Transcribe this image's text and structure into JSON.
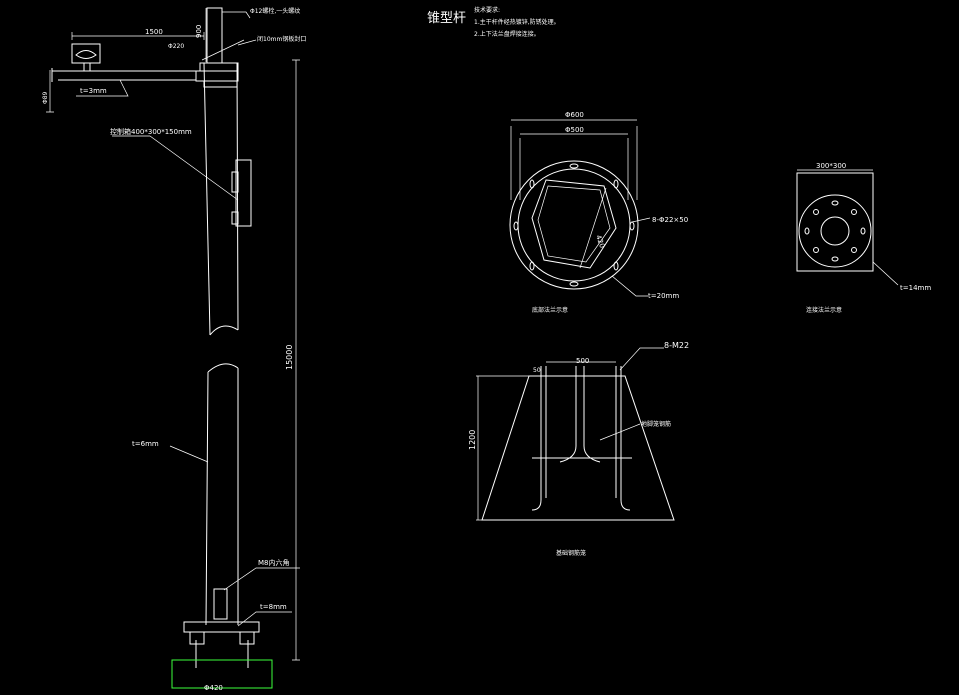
{
  "title": "锥型杆",
  "notes": {
    "heading": "技术要求:",
    "line1": "1.主干杆件经热镀锌,防锈处理。",
    "line2": "2.上下法兰盘焊接连接。"
  },
  "pole": {
    "arm_length": "1500",
    "top_extension": "900",
    "total_height": "15000",
    "top_bolt": "Φ12螺栓,一头螺纹",
    "arm_dia": "Φ220",
    "top_ring": "闭10mm钢板封口",
    "arm_dia_small": "Φ89",
    "arm_thickness": "t=3mm",
    "control_box": "控制箱400*300*150mm",
    "wall_thickness": "t=6mm",
    "door": "M8内六角",
    "base_plate_thickness": "t=8mm",
    "base_dia": "Φ420"
  },
  "flange_bottom": {
    "outer": "Φ600",
    "inner": "Φ500",
    "pcd": "420",
    "holes": "8-Φ22×50",
    "thickness": "t=20mm",
    "caption": "底部法兰示意"
  },
  "flange_joint": {
    "size": "300*300",
    "thickness": "t=14mm",
    "caption": "连接法兰示意"
  },
  "foundation": {
    "bolts": "8-M22",
    "top_width": "500",
    "top_offset": "50",
    "height": "1200",
    "rebar": "地脚笼钢筋",
    "caption": "基础钢筋笼"
  }
}
